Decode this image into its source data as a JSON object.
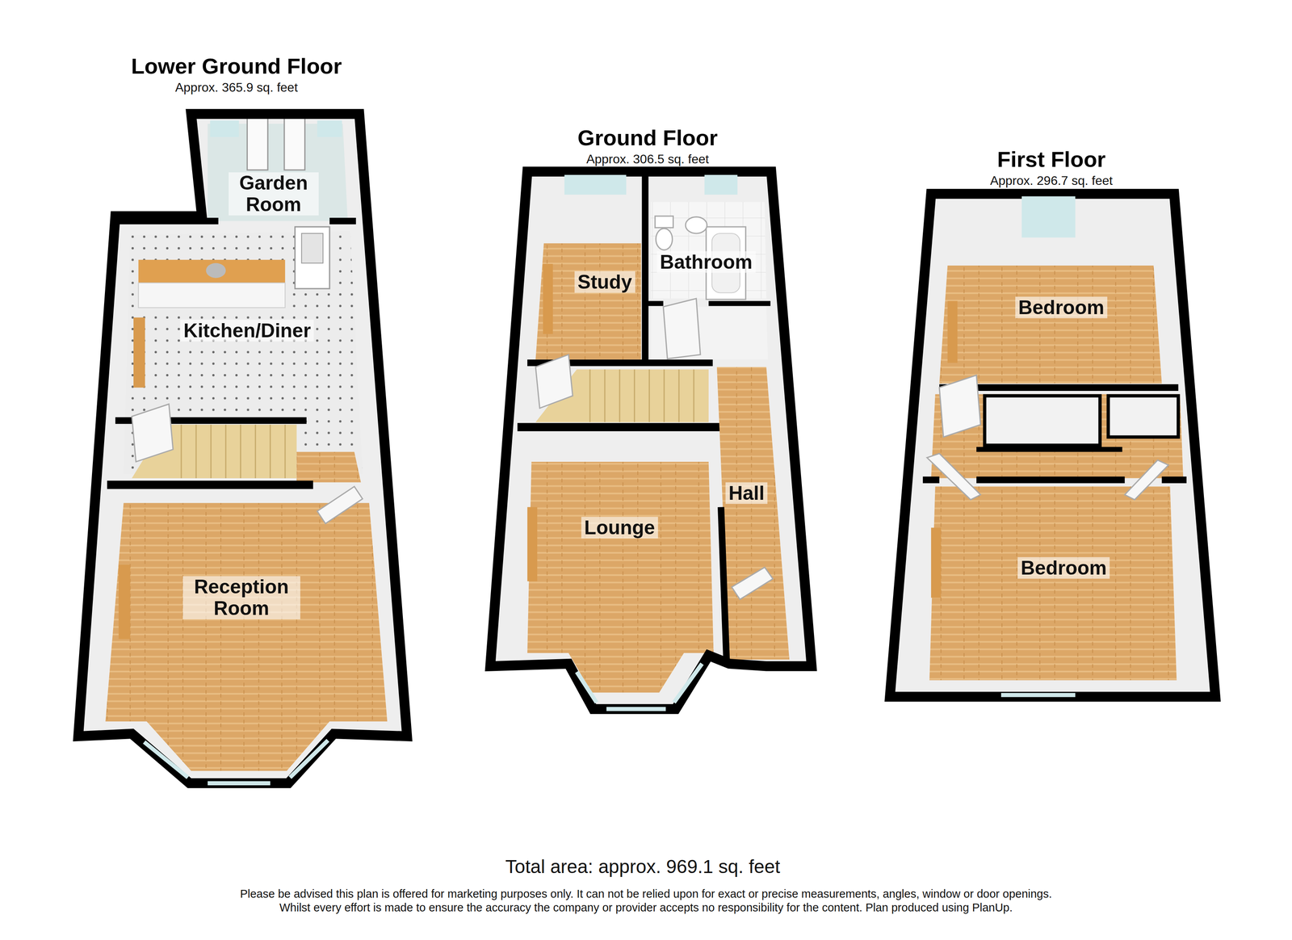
{
  "diagram": {
    "caption": "Total area: approx. 969.1 sq. feet",
    "nodes": [
      {
        "text": [
          "Lower Ground Floor",
          "Approx. 365.9 sq. feet"
        ]
      },
      {
        "text": [
          "Garden Room"
        ],
        "in": 0
      },
      {
        "text": [
          "Kitchen/Diner"
        ],
        "in": 0
      },
      {
        "text": [
          "Reception Room"
        ],
        "in": 0
      },
      {
        "text": [
          "Ground Floor",
          "Approx. 306.5 sq. feet"
        ]
      },
      {
        "text": [
          "Study"
        ],
        "in": 4
      },
      {
        "text": [
          "Bathroom"
        ],
        "in": 4
      },
      {
        "text": [
          "Lounge"
        ],
        "in": 4
      },
      {
        "text": [
          "Hall"
        ],
        "in": 4
      },
      {
        "text": [
          "First Floor",
          "Approx. 296.7 sq. feet"
        ]
      },
      {
        "text": [
          "Bedroom"
        ],
        "in": 9
      },
      {
        "text": [
          "Bedroom"
        ],
        "in": 9
      }
    ],
    "labels": [
      "Please be advised this plan is offered for marketing purposes only. It can not be relied upon for exact or precise measurements, angles, window or door openings. Whilst every effort is made to ensure the accuracy the company or provider accepts no responsibility for the content. Plan produced using PlanUp."
    ]
  }
}
